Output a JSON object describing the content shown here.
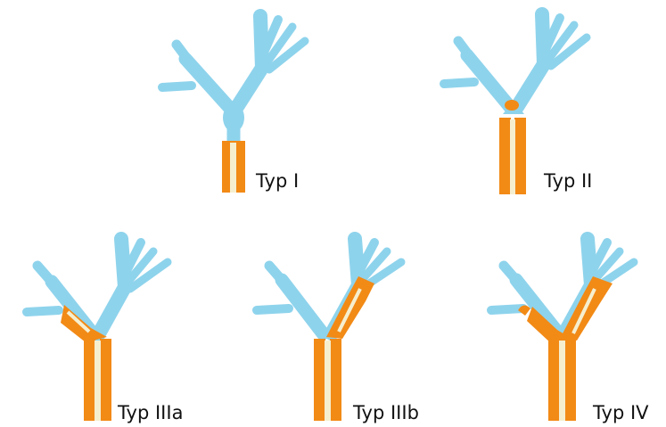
{
  "colors": {
    "duct_blue": "#8ed3ec",
    "tumor_orange": "#f28a16",
    "lumen_cream": "#f6efcf",
    "label_text": "#111111"
  },
  "panels": [
    {
      "id": "typ-i",
      "label": "Typ I"
    },
    {
      "id": "typ-ii",
      "label": "Typ II"
    },
    {
      "id": "typ-iiia",
      "label": "Typ IIIa"
    },
    {
      "id": "typ-iiib",
      "label": "Typ IIIb"
    },
    {
      "id": "typ-iv",
      "label": "Typ IV"
    }
  ]
}
